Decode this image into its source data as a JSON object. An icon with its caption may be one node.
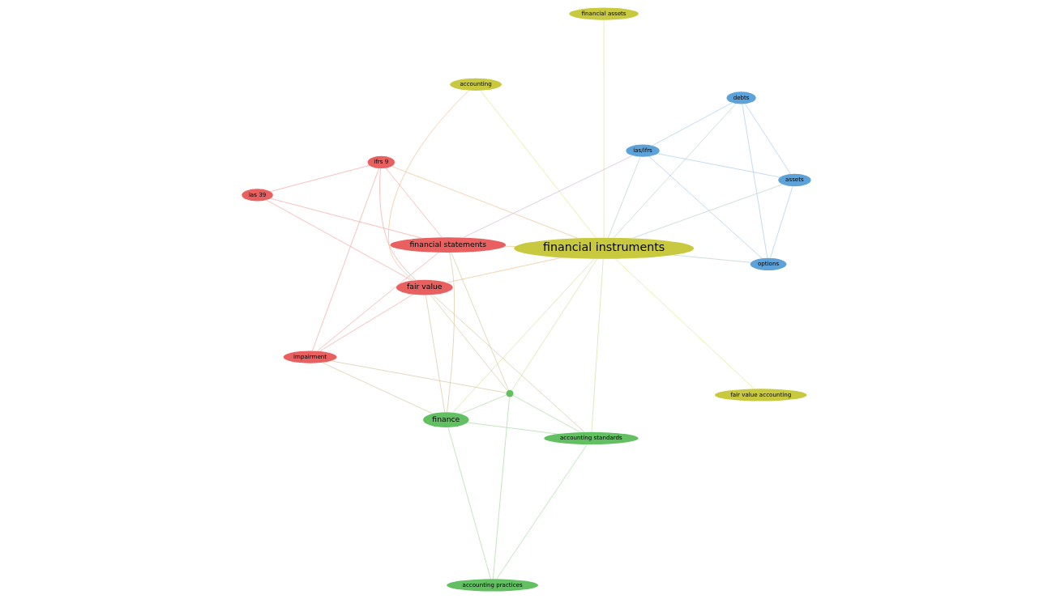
{
  "diagram": {
    "nodes": [
      {
        "text": [
          "financial assets"
        ]
      },
      {
        "text": [
          "accounting"
        ]
      },
      {
        "text": [
          "fair value accounting"
        ]
      },
      {
        "text": [
          "financial instruments"
        ]
      },
      {
        "text": [
          "fair value"
        ]
      },
      {
        "text": [
          "ias 39"
        ]
      },
      {
        "text": [
          "accounting standards"
        ]
      },
      {
        "text": [
          "ifrs 9"
        ]
      },
      {
        "text": [
          "impairment"
        ]
      },
      {
        "text": [
          "accounting practices"
        ]
      },
      {
        "text": [],
        "shape": "circle"
      },
      {
        "text": [
          "finance"
        ]
      },
      {
        "text": [
          "financial statements"
        ]
      },
      {
        "text": [
          "assets"
        ]
      },
      {
        "text": [
          "debts"
        ]
      },
      {
        "text": [
          "ias/ifrs"
        ]
      },
      {
        "text": [
          "options"
        ]
      }
    ],
    "edges": [
      {
        "from": 3,
        "to": 0,
        "arrow": "none",
        "color": "#e6e68a"
      },
      {
        "from": 3,
        "to": 1,
        "arrow": "none",
        "color": "#e6e68a"
      },
      {
        "from": 3,
        "to": 2,
        "arrow": "none",
        "color": "#e6e68a"
      },
      {
        "from": 3,
        "to": 4,
        "arrow": "none",
        "color": "#f0c090"
      },
      {
        "from": 3,
        "to": 7,
        "arrow": "none",
        "color": "#f0c090"
      },
      {
        "from": 3,
        "to": 12,
        "arrow": "none",
        "color": "#f0c090"
      },
      {
        "from": 3,
        "to": 6,
        "arrow": "none",
        "color": "#cce4a0"
      },
      {
        "from": 3,
        "to": 10,
        "arrow": "none",
        "color": "#cce4a0"
      },
      {
        "from": 3,
        "to": 11,
        "arrow": "none",
        "color": "#cce4a0"
      },
      {
        "from": 3,
        "to": 15,
        "arrow": "none",
        "color": "#b8d4c8"
      },
      {
        "from": 3,
        "to": 13,
        "arrow": "none",
        "color": "#b8d4c8"
      },
      {
        "from": 3,
        "to": 16,
        "arrow": "none",
        "color": "#b8d4c8"
      },
      {
        "from": 3,
        "to": 14,
        "arrow": "none",
        "color": "#b8d4c8"
      },
      {
        "from": 1,
        "to": 4,
        "arrow": "none",
        "color": "#f0c090"
      },
      {
        "from": 4,
        "to": 5,
        "arrow": "none",
        "color": "#f4a8a0"
      },
      {
        "from": 4,
        "to": 7,
        "arrow": "none",
        "color": "#f4a8a0"
      },
      {
        "from": 4,
        "to": 8,
        "arrow": "none",
        "color": "#f4a8a0"
      },
      {
        "from": 4,
        "to": 6,
        "arrow": "none",
        "color": "#d8c8a0"
      },
      {
        "from": 4,
        "to": 10,
        "arrow": "none",
        "color": "#d8c8a0"
      },
      {
        "from": 4,
        "to": 11,
        "arrow": "none",
        "color": "#d8c8a0"
      },
      {
        "from": 5,
        "to": 7,
        "arrow": "none",
        "color": "#f4a8a0"
      },
      {
        "from": 5,
        "to": 12,
        "arrow": "none",
        "color": "#f4a8a0"
      },
      {
        "from": 7,
        "to": 12,
        "arrow": "none",
        "color": "#f4a8a0"
      },
      {
        "from": 7,
        "to": 8,
        "arrow": "none",
        "color": "#f4a8a0"
      },
      {
        "from": 8,
        "to": 12,
        "arrow": "none",
        "color": "#f4a8a0"
      },
      {
        "from": 8,
        "to": 10,
        "arrow": "none",
        "color": "#d8c8a0"
      },
      {
        "from": 8,
        "to": 11,
        "arrow": "none",
        "color": "#d8c8a0"
      },
      {
        "from": 6,
        "to": 9,
        "arrow": "none",
        "color": "#a8dca0"
      },
      {
        "from": 6,
        "to": 10,
        "arrow": "none",
        "color": "#a8dca0"
      },
      {
        "from": 6,
        "to": 11,
        "arrow": "none",
        "color": "#a8dca0"
      },
      {
        "from": 9,
        "to": 10,
        "arrow": "none",
        "color": "#a8dca0"
      },
      {
        "from": 9,
        "to": 11,
        "arrow": "none",
        "color": "#a8dca0"
      },
      {
        "from": 10,
        "to": 11,
        "arrow": "none",
        "color": "#a8dca0"
      },
      {
        "from": 10,
        "to": 12,
        "arrow": "none",
        "color": "#d8c8a0"
      },
      {
        "from": 11,
        "to": 12,
        "arrow": "none",
        "color": "#d8c8a0"
      },
      {
        "from": 12,
        "to": 15,
        "arrow": "none",
        "color": "#d0b8d8"
      },
      {
        "from": 15,
        "to": 13,
        "arrow": "none",
        "color": "#a8ccee"
      },
      {
        "from": 15,
        "to": 16,
        "arrow": "none",
        "color": "#a8ccee"
      },
      {
        "from": 15,
        "to": 14,
        "arrow": "none",
        "color": "#a8ccee"
      },
      {
        "from": 13,
        "to": 14,
        "arrow": "none",
        "color": "#a8ccee"
      },
      {
        "from": 13,
        "to": 16,
        "arrow": "none",
        "color": "#a8ccee"
      },
      {
        "from": 14,
        "to": 16,
        "arrow": "none",
        "color": "#a8ccee"
      }
    ]
  }
}
